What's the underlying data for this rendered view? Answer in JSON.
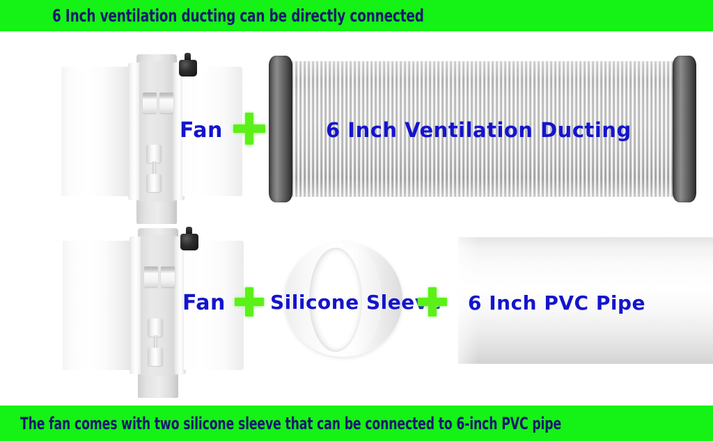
{
  "banners": {
    "top": "6 Inch ventilation ducting can be directly connected",
    "bottom": "The fan comes with two silicone sleeve that can be connected to 6-inch PVC pipe"
  },
  "colors": {
    "banner_green": "#15f215",
    "banner_text_blue": "#191970",
    "label_blue": "#1414cd",
    "plus_green": "#5cf019",
    "background": "#ffffff"
  },
  "row1": {
    "fan_label": "Fan",
    "plus_label": "+",
    "duct_label": "6 Inch Ventilation Ducting"
  },
  "row2": {
    "fan_label": "Fan",
    "plus1_label": "+",
    "sleeve_label": "Silicone Sleeve",
    "plus2_label": "+",
    "pvc_label": "6 Inch PVC Pipe"
  }
}
